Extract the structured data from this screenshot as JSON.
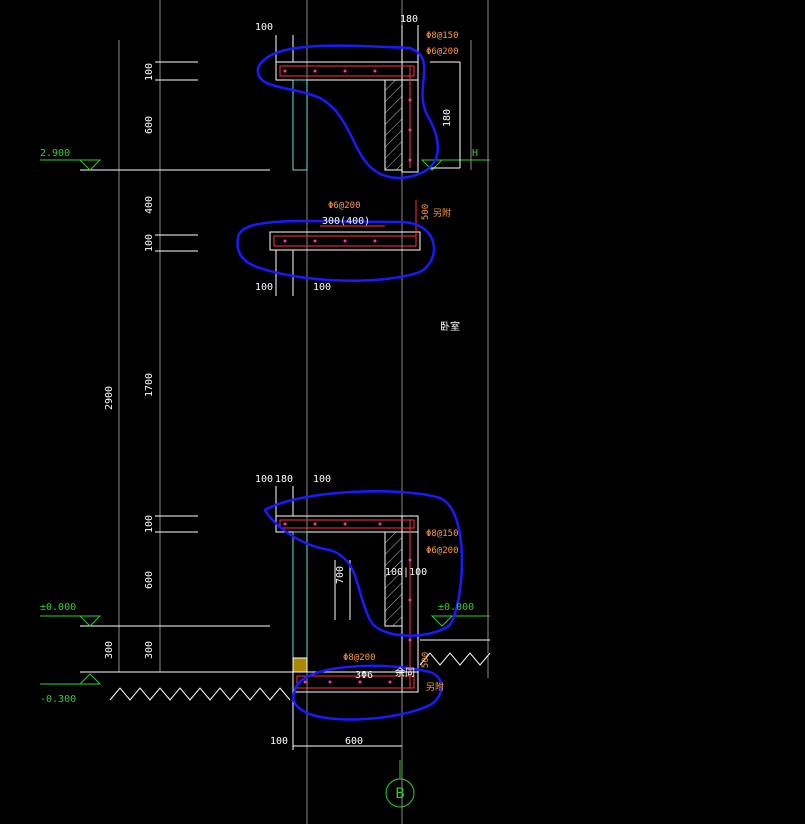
{
  "drawing": {
    "background": "#000000",
    "colors": {
      "line_white": "#ffffff",
      "line_grey": "#8a8a8a",
      "wall_cyan": "#66e0e0",
      "rebar_red": "#ff3333",
      "annot_orange": "#ff9933",
      "level_green": "#33cc33",
      "markup_blue": "#1a1aff"
    },
    "left_dims": {
      "total": "2900",
      "seg_100_top": "100",
      "seg_600_top": "600",
      "seg_400": "400",
      "seg_100_mid": "100",
      "seg_1700": "1700",
      "seg_100_low": "100",
      "seg_600_low": "600",
      "seg_300_a": "300",
      "seg_300_b": "300"
    },
    "levels": {
      "upper": "2.900",
      "ground": "±0.000",
      "ground_right": "±0.000",
      "lower": "-0.300"
    },
    "top_dims": {
      "top_100": "100",
      "top_180": "180",
      "mid_100_a": "100",
      "mid_100_b": "100",
      "mid_180": "180",
      "mid_100_c": "100",
      "right_180": "180",
      "bottom_100": "100",
      "bottom_600": "600",
      "inner_700": "700",
      "inner_100_100": "100|100",
      "vert_500_a": "500",
      "vert_500_b": "500"
    },
    "rebar_labels": {
      "upper_a": "Φ8@150",
      "upper_b": "Φ6@200",
      "upper_slab": "Φ6@200",
      "upper_slab_2": "300(400)",
      "lower_a": "Φ8@150",
      "lower_b": "Φ6@200",
      "lower_slab": "Φ8@200",
      "lower_slab_2": "3Φ6",
      "lower_note": "余同",
      "side_note_upper": "另附",
      "side_note_lower": "另附"
    },
    "room_label": "卧室",
    "h_mark": "H",
    "axis_label": "B"
  }
}
